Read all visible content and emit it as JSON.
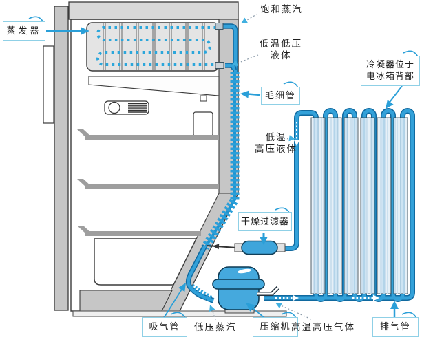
{
  "labels": {
    "evaporator": "蒸发器",
    "saturated_vapor": "饱和蒸汽",
    "low_temp_low_pressure_liquid": {
      "line1": "低温低压",
      "line2": "液体"
    },
    "capillary_tube": "毛细管",
    "condenser_location": {
      "line1": "冷凝器位于",
      "line2": "电冰箱背部"
    },
    "low_temp_high_pressure_liquid": {
      "line1": "低温",
      "line2": "高压液体"
    },
    "drying_filter": "干燥过滤器",
    "suction_pipe": "吸气管",
    "low_pressure_vapor": "低压蒸汽",
    "compressor": "压缩机",
    "high_temp_high_pressure_gas": "高温高压气体",
    "exhaust_pipe": "排气管"
  },
  "colors": {
    "pipe_outline_blue": "#10699f",
    "pipe_blue": "#33a1d9",
    "component_blue": "#45a9dd",
    "evaporator_dot_blue": "#2ba6db",
    "label_border_blue": "#8fd0e6",
    "leader_gray": "#8a99a8",
    "cabinet_gray": "#c6c6c6",
    "shelf_gray": "#9e9e9e",
    "fin_fill": "#e3eef7",
    "text": "#1f1f1f"
  }
}
